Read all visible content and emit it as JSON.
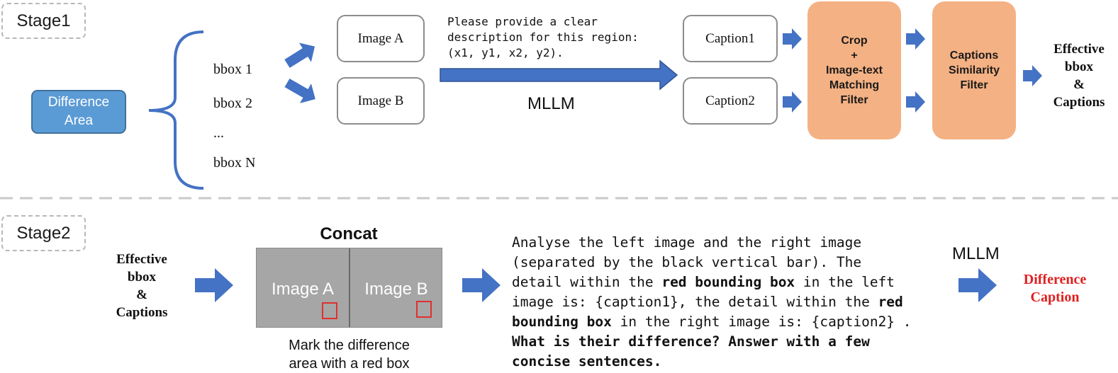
{
  "stage1": {
    "tag": "Stage1",
    "difference_area": [
      "Difference",
      "Area"
    ],
    "bboxes": [
      "bbox 1",
      "bbox 2",
      "...",
      "bbox N"
    ],
    "images": [
      "Image A",
      "Image B"
    ],
    "prompt_lines": [
      "Please provide a clear",
      "description for this region:",
      "(x1, y1, x2, y2)."
    ],
    "model": "MLLM",
    "captions": [
      "Caption1",
      "Caption2"
    ],
    "filter1": "Crop\n+\nImage-text\nMatching\nFilter",
    "filter2": "Captions\nSimilarity\nFilter",
    "output": "Effective\nbbox\n&\nCaptions"
  },
  "stage2": {
    "tag": "Stage2",
    "input": "Effective\nbbox\n&\nCaptions",
    "concat_title": "Concat",
    "concat_images": [
      "Image A",
      "Image B"
    ],
    "concat_note": [
      "Mark the difference",
      "area with a red box"
    ],
    "prompt_l1": "Analyse the left image and the right image",
    "prompt_l2": "(separated by the black vertical bar). The",
    "prompt_l3a": "detail within the ",
    "prompt_l3b": "red bounding box",
    "prompt_l3c": " in the left",
    "prompt_l4a": "image is: {caption1}, the detail within the ",
    "prompt_l4b": "red",
    "prompt_l5a": "bounding box",
    "prompt_l5b": " in the right image is: {caption2} .",
    "prompt_l6": "What is their difference? Answer with a few",
    "prompt_l7": "concise sentences.",
    "model": "MLLM",
    "output": "Difference\nCaption"
  },
  "colors": {
    "arrow": "#4472c4",
    "box_blue": "#5b9bd5",
    "orange": "#f4b183",
    "red": "#e03030",
    "gray": "#a6a6a6"
  }
}
